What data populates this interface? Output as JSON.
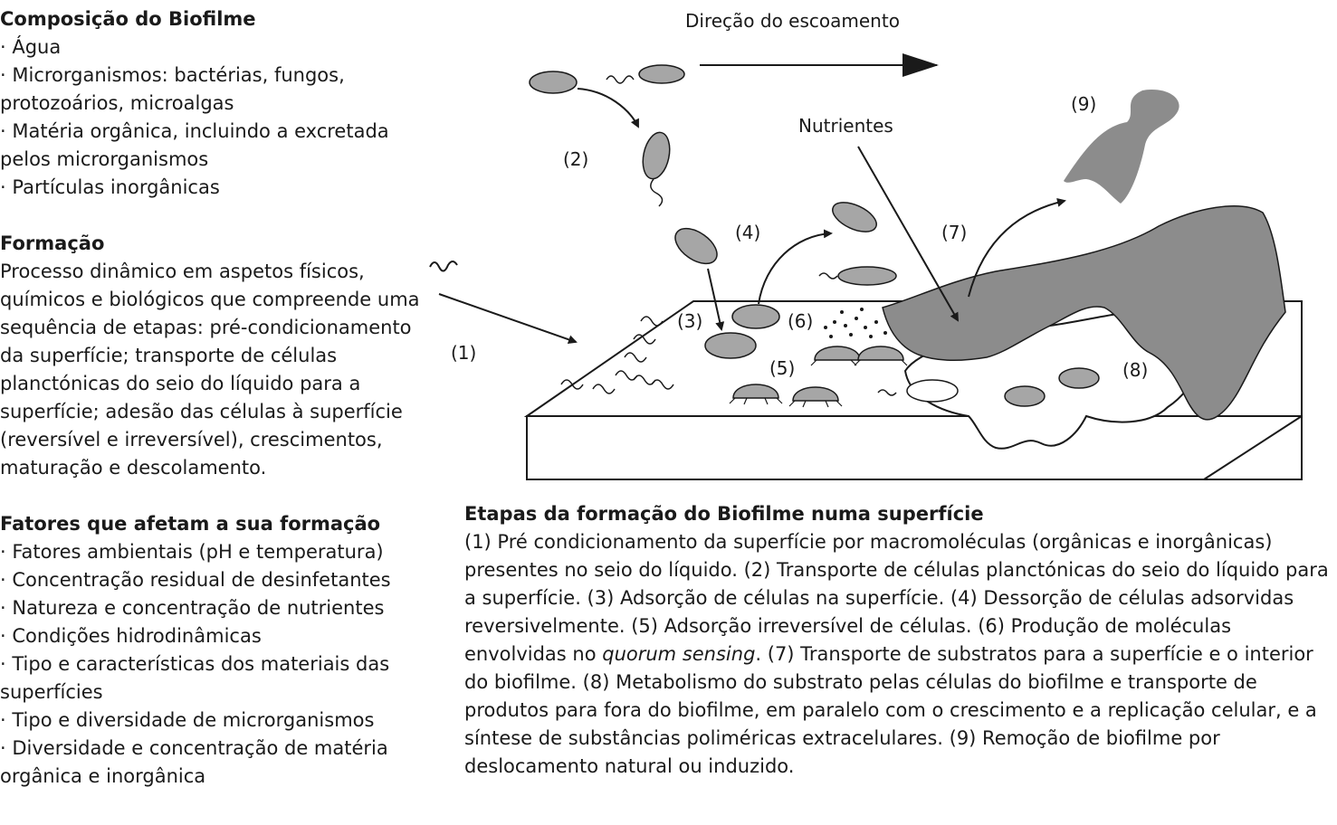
{
  "composicao": {
    "title": "Composição do Biofilme",
    "items": [
      "Água",
      "Microrganismos: bactérias, fungos, protozoários, microalgas",
      "Matéria orgânica, incluindo a excretada pelos microrganismos",
      "Partículas inorgânicas"
    ]
  },
  "formacao": {
    "title": "Formação",
    "text": "Processo dinâmico em aspetos físicos, químicos e biológicos que compreende uma sequência de etapas: pré-condicionamento da superfície; transporte de células planctónicas do seio do líquido para a superfície; adesão das células à superfície (reversível e irreversível), crescimentos, maturação e descolamento."
  },
  "fatores": {
    "title": "Fatores que afetam a sua formação",
    "items": [
      "Fatores ambientais (pH e temperatura)",
      "Concentração residual de desinfetantes",
      "Natureza e concentração de nutrientes",
      "Condições hidrodinâmicas",
      "Tipo e características dos materiais das superfícies",
      "Tipo e diversidade de microrganismos",
      "Diversidade e concentração de matéria orgânica e inorgânica"
    ]
  },
  "diagram": {
    "flow_label": "Direção do escoamento",
    "nutrients_label": "Nutrientes",
    "step_labels": [
      "(1)",
      "(2)",
      "(3)",
      "(4)",
      "(5)",
      "(6)",
      "(7)",
      "(8)",
      "(9)"
    ]
  },
  "caption": {
    "title": "Etapas da formação do Biofilme numa superfície",
    "text_before_italic": "(1) Pré condicionamento da superfície por macromoléculas (orgânicas e inorgânicas) presentes no seio do líquido. (2) Transporte de células planctónicas do seio do líquido para a superfície. (3) Adsorção de células na superfície. (4) Dessorção de células adsorvidas reversivelmente. (5) Adsorção irreversível de células. (6) Produção de moléculas envolvidas no ",
    "italic": "quorum sensing",
    "text_after_italic": ". (7) Transporte de substratos para a superfície e o interior do biofilme. (8) Metabolismo do substrato pelas células do biofilme e transporte de produtos para fora do biofilme, em paralelo com o crescimento e a replicação celular, e a síntese de substâncias poliméricas extracelulares. (9) Remoção de biofilme por deslocamento natural ou induzido."
  },
  "colors": {
    "cell": "#a6a6a6",
    "biofilm": "#8c8c8c",
    "stroke": "#1a1a1a"
  }
}
